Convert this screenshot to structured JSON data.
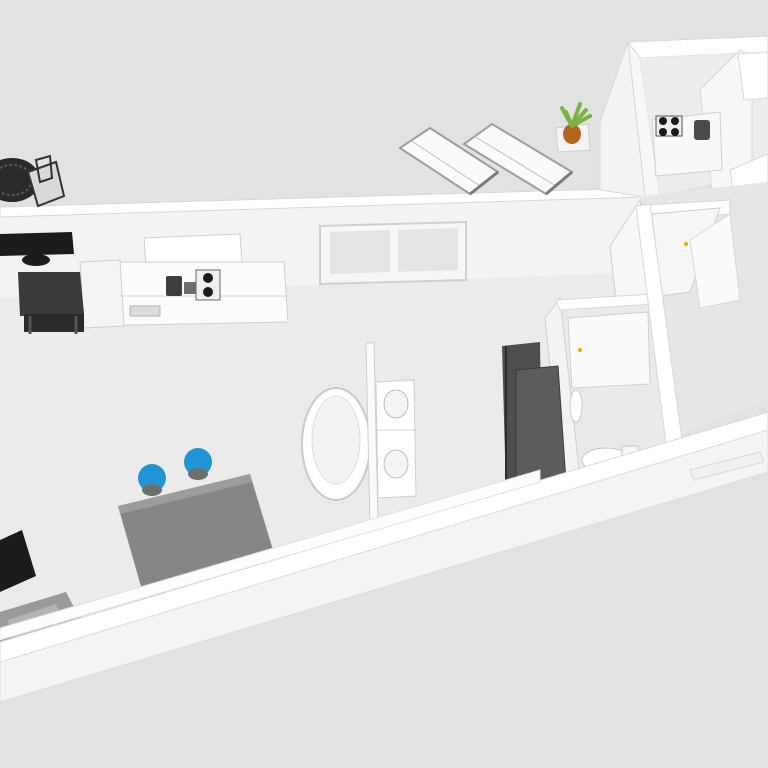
{
  "view": {
    "kind": "3d-floor-plan-render",
    "background_color": "#e2e2e2",
    "floor_color": "#e9e9e9",
    "wall_color": "#ffffff",
    "wall_shadow_color": "#dcdcdc"
  },
  "objects": {
    "rooms": [
      "main-living-area",
      "bathroom",
      "toilet-room",
      "entry-hallway",
      "kitchenette-room",
      "balcony"
    ],
    "furniture": [
      "patio-table",
      "patio-chair",
      "sun-lounger",
      "sun-lounger",
      "potted-plant",
      "kitchen-counter",
      "stovetop",
      "coffee-machine",
      "dining-table",
      "tv-stand",
      "bathtub",
      "double-vanity",
      "wardrobe",
      "toilet",
      "dining-counter",
      "bar-stool",
      "bar-stool",
      "armchair",
      "sofa",
      "window",
      "door"
    ],
    "accent_colors": {
      "stool": "#1f95d6",
      "plant": "#7cb342",
      "pot": "#b5651d"
    }
  }
}
